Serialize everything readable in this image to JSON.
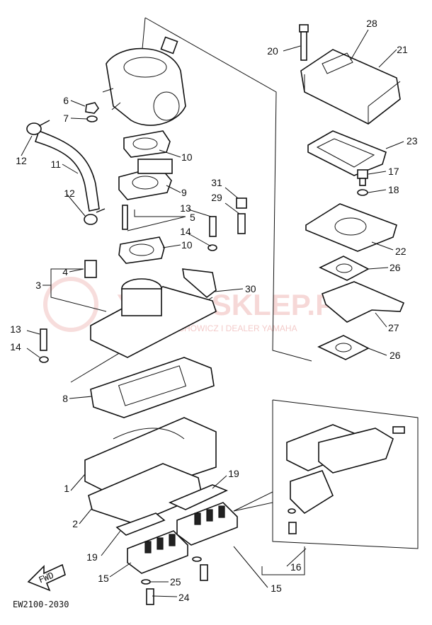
{
  "diagram": {
    "drawing_code": "EW2100-2030",
    "fwd_badge": "FWD",
    "watermark": {
      "title": "YAMA-SKLEP.PL",
      "subtitle": "MIECHOWICZ I DEALER YAMAHA"
    },
    "part_labels": [
      "1",
      "2",
      "3",
      "4",
      "5",
      "6",
      "7",
      "8",
      "9",
      "10",
      "10",
      "11",
      "12",
      "12",
      "13",
      "13",
      "14",
      "14",
      "15",
      "15",
      "16",
      "17",
      "18",
      "19",
      "19",
      "20",
      "21",
      "22",
      "23",
      "24",
      "25",
      "26",
      "26",
      "27",
      "28",
      "29",
      "30",
      "31"
    ]
  }
}
